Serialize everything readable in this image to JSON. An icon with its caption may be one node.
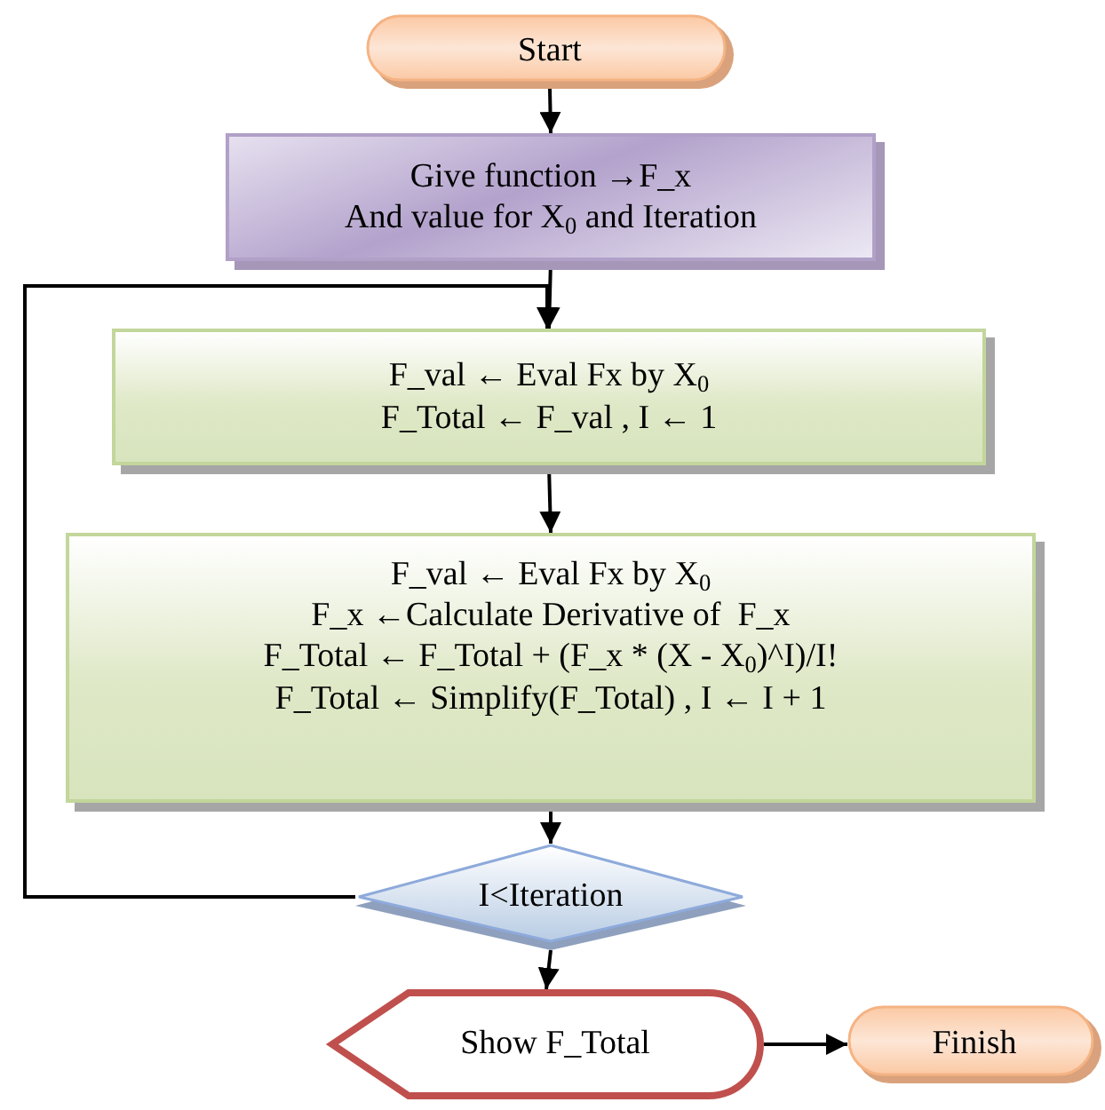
{
  "diagram": {
    "nodes": [
      {
        "text": [
          "Start"
        ]
      },
      {
        "text": [
          "Give function →F_x",
          "And value for X$_{0}$ and Iteration"
        ]
      },
      {
        "text": [
          "F_val ← Eval Fx by X$_{0}$",
          "F_Total ← F_val , I ← 1"
        ]
      },
      {
        "text": [
          "F_val ← Eval Fx by X$_{0}$",
          "F_x ←Calculate Derivative of  F_x",
          "F_Total ← F_Total + (F_x * (X - X$_{0}$)^I)/I!",
          "F_Total ← Simplify(F_Total) , I ← I + 1"
        ]
      },
      {
        "text": [
          "I<Iteration"
        ]
      },
      {
        "text": [
          "Show F_Total"
        ]
      },
      {
        "text": [
          "Finish"
        ]
      }
    ],
    "edges": [
      {
        "from": 0,
        "to": 1,
        "arrow": "to"
      },
      {
        "from": 1,
        "to": 2,
        "arrow": "to"
      },
      {
        "from": 2,
        "to": 3,
        "arrow": "to"
      },
      {
        "from": 3,
        "to": 4,
        "arrow": "to"
      },
      {
        "from": 4,
        "to": 2,
        "arrow": "to"
      },
      {
        "from": 4,
        "to": 5,
        "arrow": "to"
      },
      {
        "from": 5,
        "to": 6,
        "arrow": "to"
      }
    ]
  }
}
